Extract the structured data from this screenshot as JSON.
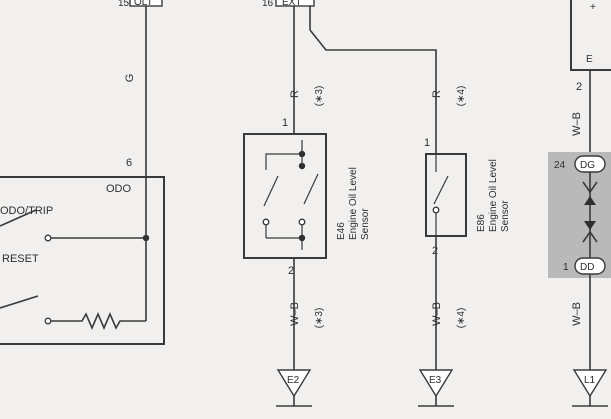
{
  "top_labels": {
    "left": {
      "pin": "15",
      "name": "OLT"
    },
    "middle": {
      "pin": "16",
      "name": "EXT"
    }
  },
  "wires": {
    "g_color": "G",
    "r_color_a": "R",
    "r_color_b": "R",
    "wb_a": "W–B",
    "wb_b": "W–B",
    "wb_c": "W–B",
    "wb_d": "W–B",
    "note_3a": "(∗3)",
    "note_4a": "(∗4)",
    "note_3b": "(∗3)",
    "note_4b": "(∗4)"
  },
  "meter": {
    "pin": "6",
    "label": "ODO",
    "switch1": "ODO/TRIP",
    "switch2": "RESET"
  },
  "sensor_e46": {
    "pin_top": "1",
    "pin_bottom": "2",
    "label_line1": "E46",
    "label_line2": "Engine Oil Level",
    "label_line3": "Sensor"
  },
  "sensor_e86": {
    "pin_top": "1",
    "pin_bottom": "2",
    "label_line1": "E86",
    "label_line2": "Engine Oil Level",
    "label_line3": "Sensor"
  },
  "right_component": {
    "box_label": "E",
    "pin": "2",
    "plus_sign": "+"
  },
  "connectors": {
    "dg_pin": "24",
    "dg_name": "DG",
    "dd_pin": "1",
    "dd_name": "DD"
  },
  "grounds": {
    "g1": "E2",
    "g2": "E3",
    "g3": "L1"
  },
  "colors": {
    "background": "#f1f0ee",
    "line": "#3a3a3a",
    "shield": "#b9b9b9"
  }
}
